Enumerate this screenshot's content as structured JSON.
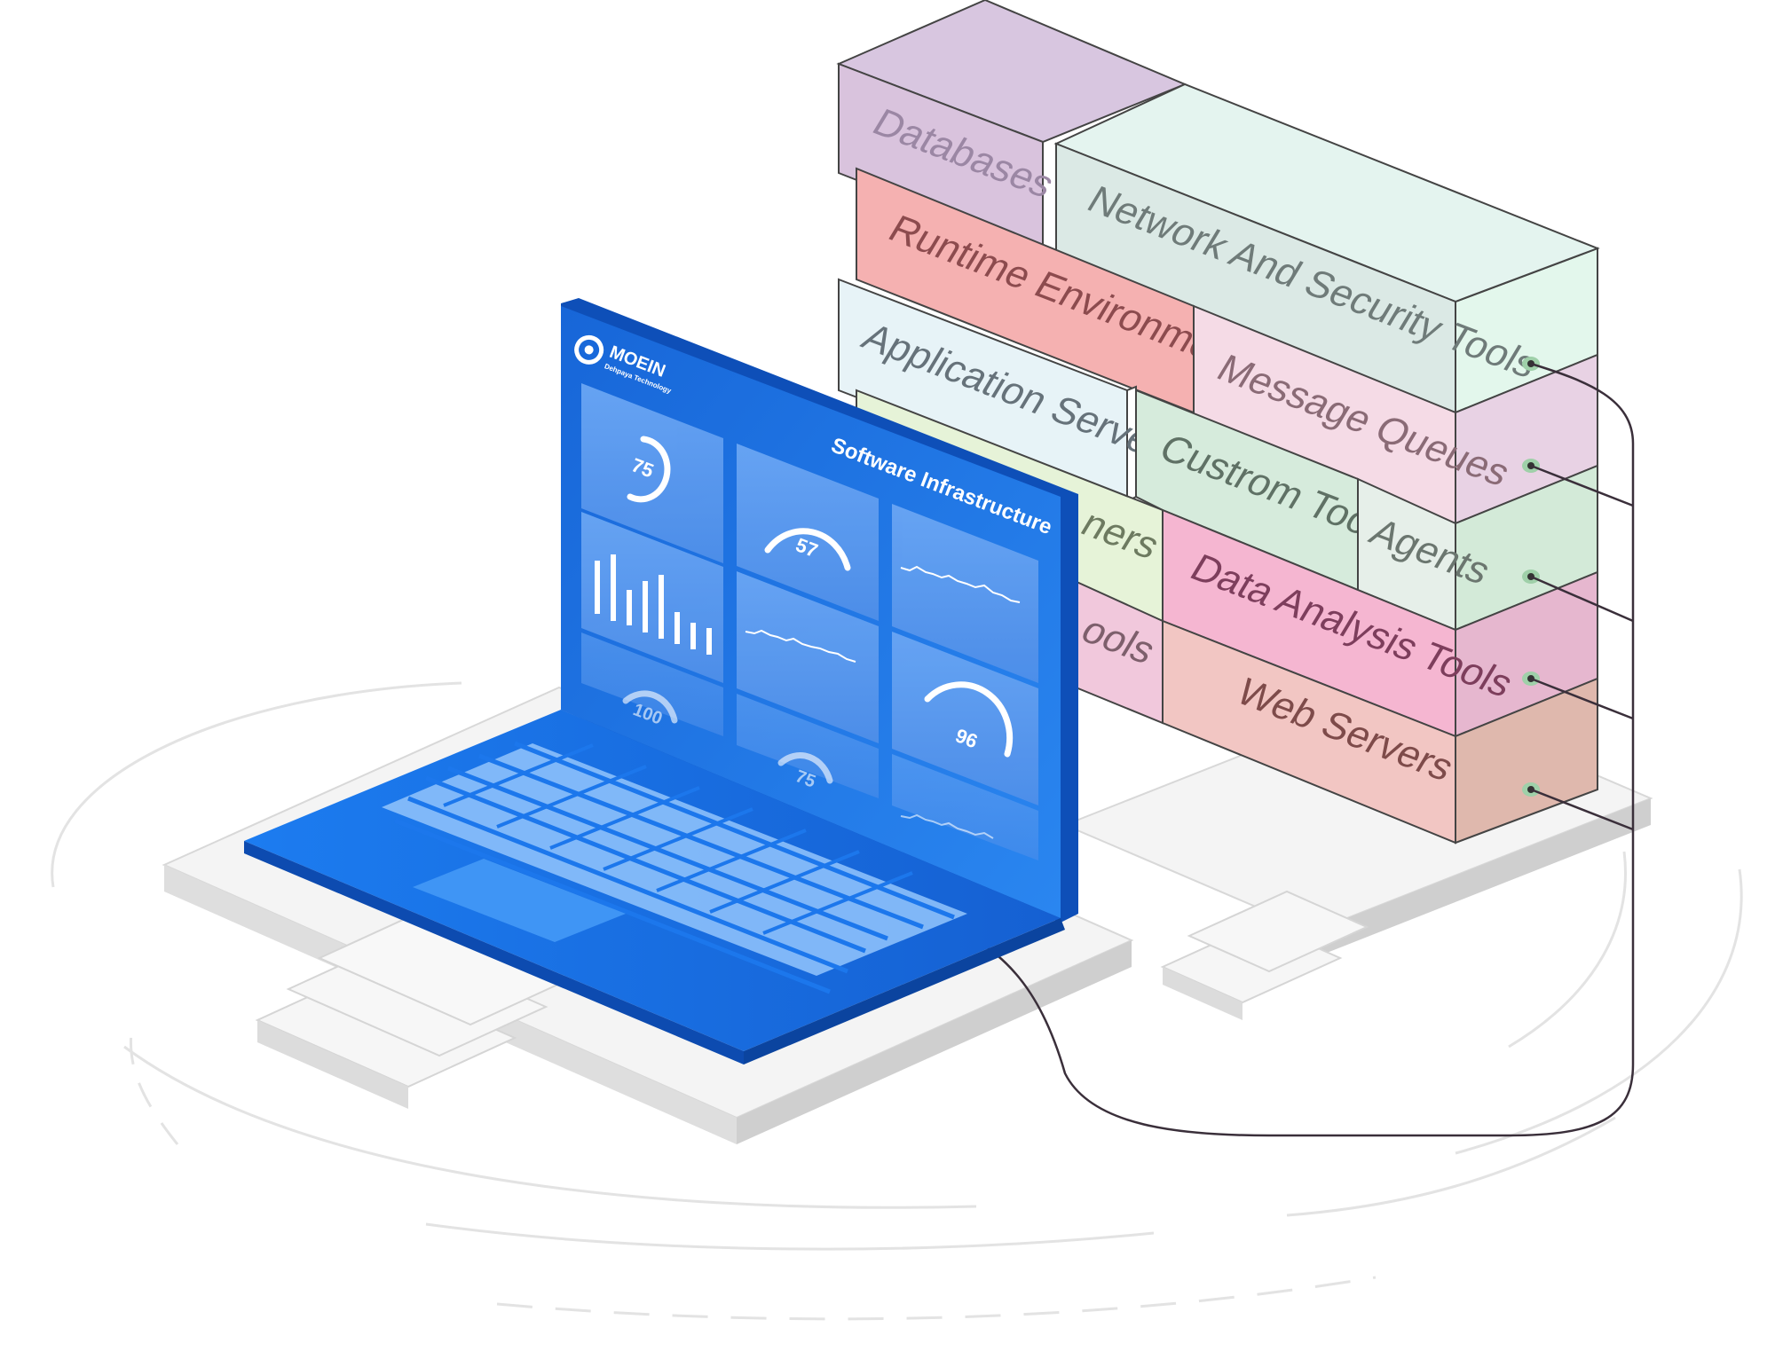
{
  "brand": {
    "name": "MOEIN",
    "tagline": "Dehpaya Technology"
  },
  "screen": {
    "title": "Software Infrastructure",
    "gauges": [
      {
        "id": "g1",
        "value": "75"
      },
      {
        "id": "g2",
        "value": "57"
      },
      {
        "id": "g3",
        "value": "100"
      },
      {
        "id": "g4",
        "value": "96"
      },
      {
        "id": "g5",
        "value": "75"
      }
    ]
  },
  "blocks": {
    "databases": "Databases",
    "network_security": "Network And Security Tools",
    "runtime": "Runtime Environments",
    "message_queues": "Message Queues",
    "app_servers": "Application Servers",
    "custom_tools": "Custrom Tools",
    "agents": "Agents",
    "containers_fragment": "ners",
    "data_analysis": "Data Analysis Tools",
    "tools_fragment": "ools",
    "web_servers": "Web Servers"
  },
  "colors": {
    "laptop_blue": "#1a6fe0",
    "laptop_dark": "#0f56c4",
    "panel": "#5c9bf0",
    "databases": "#dcc8e2",
    "network": "#dff2ec",
    "runtime": "#f6b4b4",
    "message_queues": "#f7dbe8",
    "app_servers": "#e8f3f7",
    "custom_tools": "#d6ecdc",
    "agents": "#e6efe9",
    "data_analysis": "#f6b8d3",
    "web_servers": "#f2c8c6"
  }
}
